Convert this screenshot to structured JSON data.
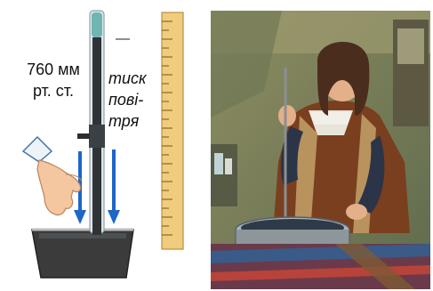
{
  "labels": {
    "mercury_height_value": "760 мм",
    "mercury_height_unit": "рт. ст.",
    "air_pressure_line1": "тиск",
    "air_pressure_line2": "пові-",
    "air_pressure_line3": "тря"
  },
  "colors": {
    "mercury": "#2f3336",
    "arrow": "#1e66c8",
    "ruler": "#f0cc7e",
    "ruler_tick": "#8a6a2b",
    "dish": "#3b3b3b",
    "tube_glass": "#dfe7ea",
    "tube_top": "#6fb6b3"
  },
  "icons": {
    "hand": "hand-icon",
    "arrow_left": "arrow-down-icon",
    "arrow_right": "arrow-down-icon"
  },
  "illustration": {
    "subject": "engraving-man-with-barometer"
  }
}
